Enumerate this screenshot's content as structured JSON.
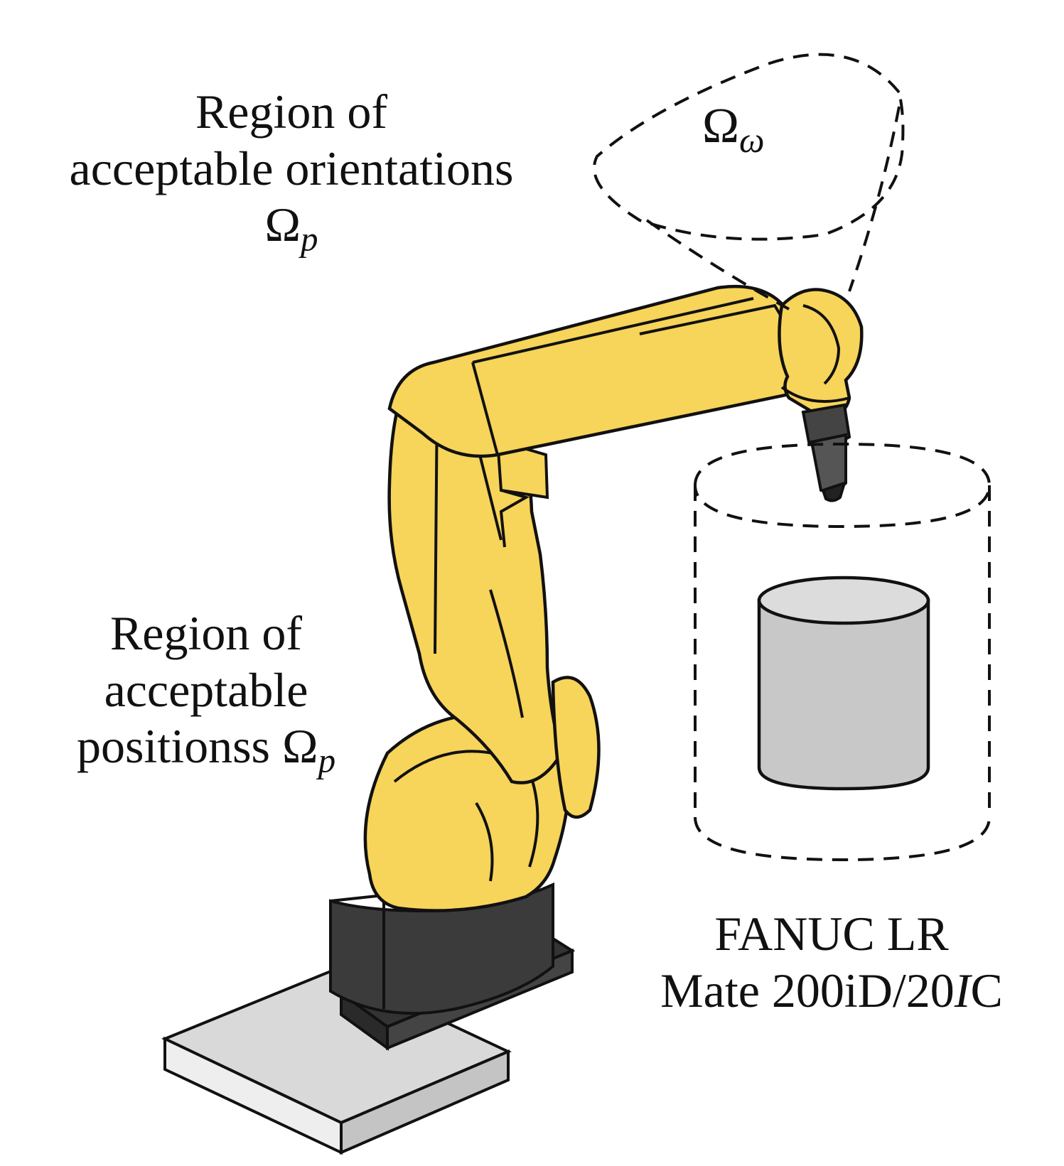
{
  "labels": {
    "orientations": {
      "line1": "Region of",
      "line2": "acceptable orientations",
      "symbol": "Ω",
      "subscript": "p"
    },
    "omega_w": {
      "symbol": "Ω",
      "subscript": "ω"
    },
    "positions": {
      "line1": "Region of",
      "line2": "acceptable",
      "line3_prefix": "positionss Ω",
      "subscript": "p"
    },
    "robot_model": {
      "line1": "FANUC LR",
      "line2_prefix": "Mate 200iD/20",
      "line2_italic": "I",
      "line2_suffix": "C"
    }
  },
  "colors": {
    "robot_arm": "#f7d45a",
    "robot_base": "#3b3b3b",
    "base_plate": "#d9d9d9",
    "target_object": "#c8c8c8",
    "outline": "#111111"
  }
}
